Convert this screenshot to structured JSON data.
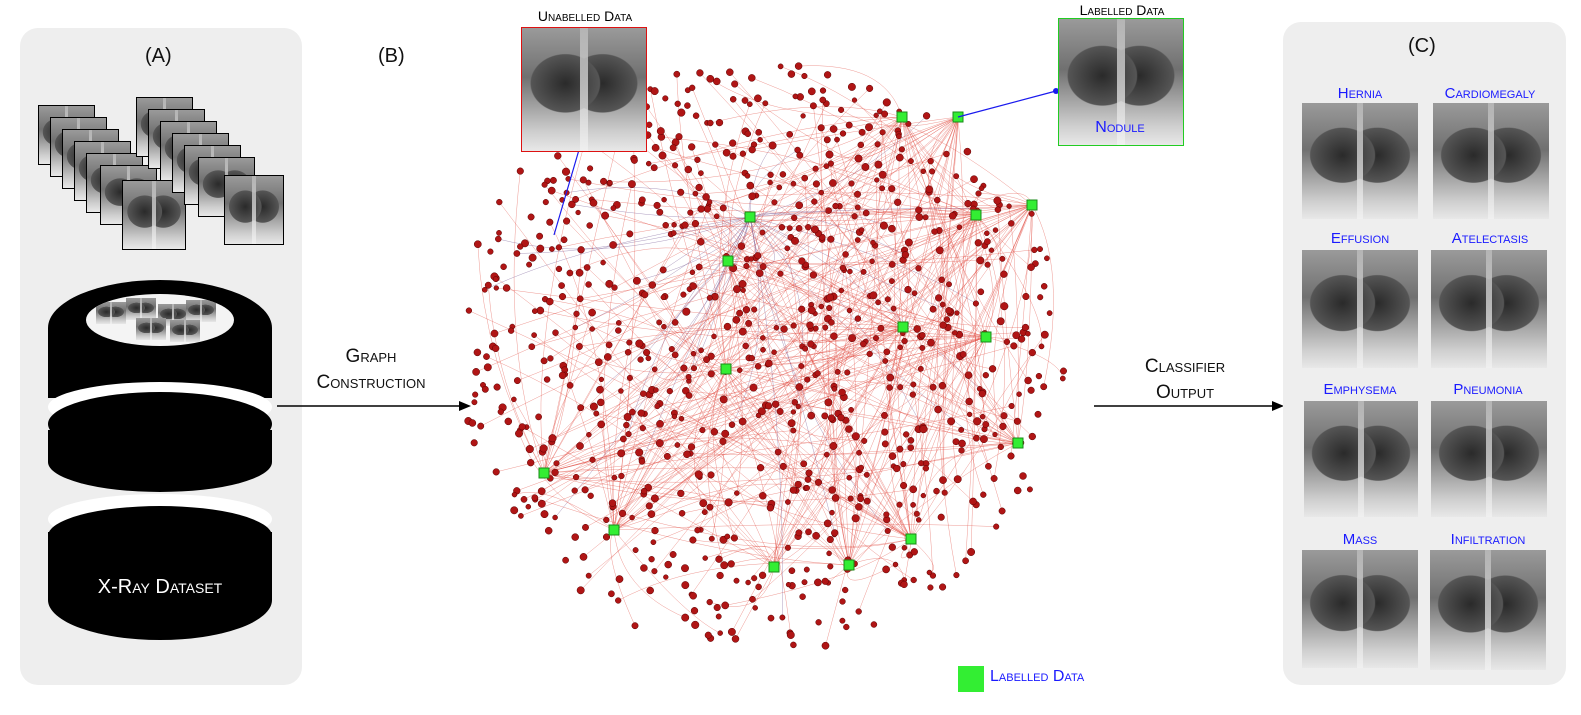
{
  "panels": {
    "a_label": "(A)",
    "b_label": "(B)",
    "c_label": "(C)"
  },
  "dataset": {
    "label": "X-Ray Dataset"
  },
  "arrows": {
    "graph_construction": [
      "Graph",
      "Construction"
    ],
    "classifier_output": [
      "Classifier",
      "Output"
    ]
  },
  "graph": {
    "unlabelled_title": "Unabelled Data",
    "labelled_title": "Labelled Data",
    "labelled_class": "Nodule",
    "legend_label": "Labelled Data"
  },
  "classes": [
    "Hernia",
    "Cardiomegaly",
    "Effusion",
    "Atelectasis",
    "Emphysema",
    "Pneumonia",
    "Mass",
    "Infiltration"
  ],
  "colors": {
    "panel_bg": "#eeeeee",
    "node": "#b01515",
    "edge": "#e0453a",
    "edge_purple": "#6a4a8a",
    "labelled": "#33ee33",
    "class_text": "#1a1aff",
    "link": "#1a1aee"
  }
}
